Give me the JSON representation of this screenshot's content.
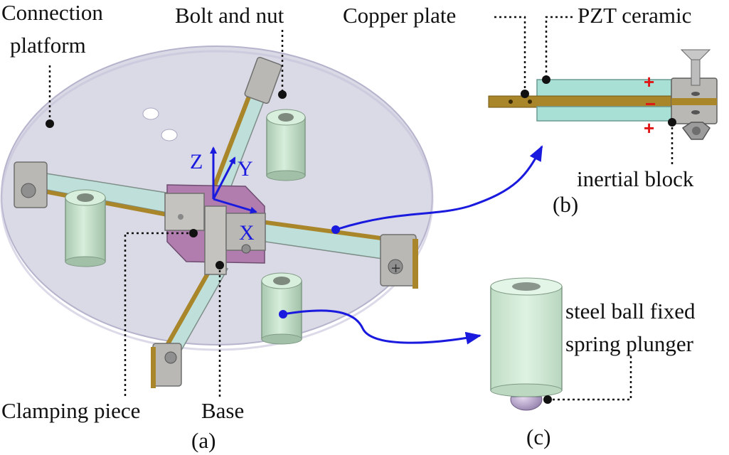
{
  "labels": {
    "connection_platform_line1": "Connection",
    "connection_platform_line2": "platform",
    "bolt_and_nut": "Bolt and nut",
    "copper_plate": "Copper plate",
    "pzt_ceramic": "PZT ceramic",
    "inertial_block": "inertial block",
    "clamping_piece": "Clamping piece",
    "base": "Base",
    "spring_plunger_line1": "steel ball fixed",
    "spring_plunger_line2": "spring plunger"
  },
  "axes": {
    "x": "X",
    "y": "Y",
    "z": "Z"
  },
  "polarity": {
    "top": "+",
    "middle": "−",
    "bottom": "+"
  },
  "subfigures": {
    "a": "(a)",
    "b": "(b)",
    "c": "(c)"
  },
  "colors": {
    "platform": "#d3d2e2",
    "beam_blue": "#bfe0da",
    "clamp_purple": "#b07dae",
    "copper": "#a9862a",
    "pzt": "#a8e0d6",
    "cylinder": "#c7e2cc",
    "arrow": "#1a1adf",
    "polarity": "#e01515"
  }
}
